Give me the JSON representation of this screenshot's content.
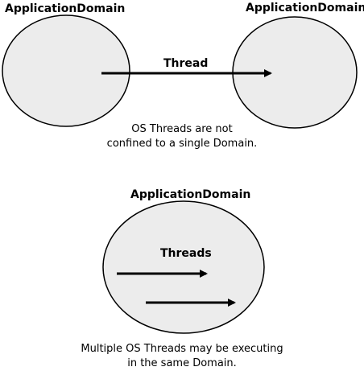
{
  "top": {
    "left_domain_label": "ApplicationDomain",
    "right_domain_label": "ApplicationDomain",
    "thread_label": "Thread",
    "caption_line1": "OS Threads are not",
    "caption_line2": "confined to a single Domain."
  },
  "bottom": {
    "domain_label": "ApplicationDomain",
    "threads_label": "Threads",
    "caption_line1": "Multiple OS Threads may be executing",
    "caption_line2": "in the same Domain."
  },
  "colors": {
    "domain_fill": "#ececec",
    "stroke": "#000000"
  }
}
